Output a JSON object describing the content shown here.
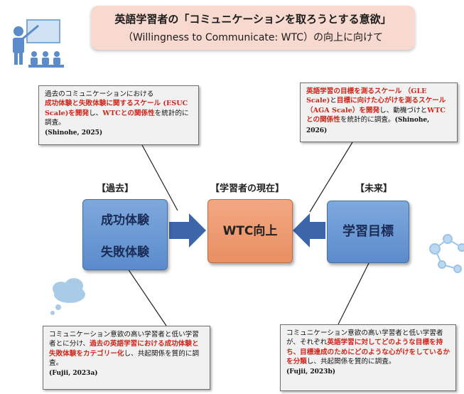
{
  "title": {
    "line1": "英語学習者の「コミュニケーションを取ろうとする意欲」",
    "line2": "（Willingness to Communicate: WTC）の向上に向けて"
  },
  "labels": {
    "past": "【過去】",
    "present": "【学習者の現在】",
    "future": "【未来】"
  },
  "boxes": {
    "past_line1": "成功体験",
    "past_line2": "失敗体験",
    "center": "WTC向上",
    "future": "学習目標"
  },
  "notes": {
    "top_left": {
      "pre": "過去のコミュニケーションにおける",
      "red": "成功体験と失敗体験に関するスケール (ESUC Scale)を開発",
      "mid": "し、",
      "red2": "WTCとの関係性",
      "post": "を統計的に調査。",
      "cite": "(Shinohe, 2025)"
    },
    "top_right": {
      "red": "英語学習の目標を測るスケール （GLE Scale)",
      "mid": "と",
      "red2": "目標に向けた心がけを測るスケール（AGA Scale）を開発",
      "mid2": "し、動機づけと",
      "red3": "WTCとの関係性",
      "post": "を統計的に調査。",
      "cite": "(Shinohe, 2026)"
    },
    "bottom_left": {
      "pre": "コミュニケーション意欲の高い学習者と低い学習者とに分け、",
      "red": "過去の英語学習における成功体験と失敗体験をカテゴリー化",
      "post": "し、共起関係を質的に調査。",
      "cite": "(Fujii, 2023a)"
    },
    "bottom_right": {
      "pre": "コミュニケーション意欲の高い学習者と低い学習者が、それぞれ",
      "red": "英語学習に対してどのような目標を持ち、目標達成のためにどのような心がけをしているかを分類",
      "post": "し、共起関係を質的に調査。",
      "cite": "(Fujii, 2023b)"
    }
  },
  "colors": {
    "accent_red": "#d0261a",
    "box_blue": "#6b97d4",
    "box_orange": "#ee9a70",
    "arrow_blue": "#3c66a8",
    "banner_pink": "#f8d9cf"
  },
  "icons": [
    "teacher-icon",
    "cloud-icon",
    "molecule-icon"
  ]
}
